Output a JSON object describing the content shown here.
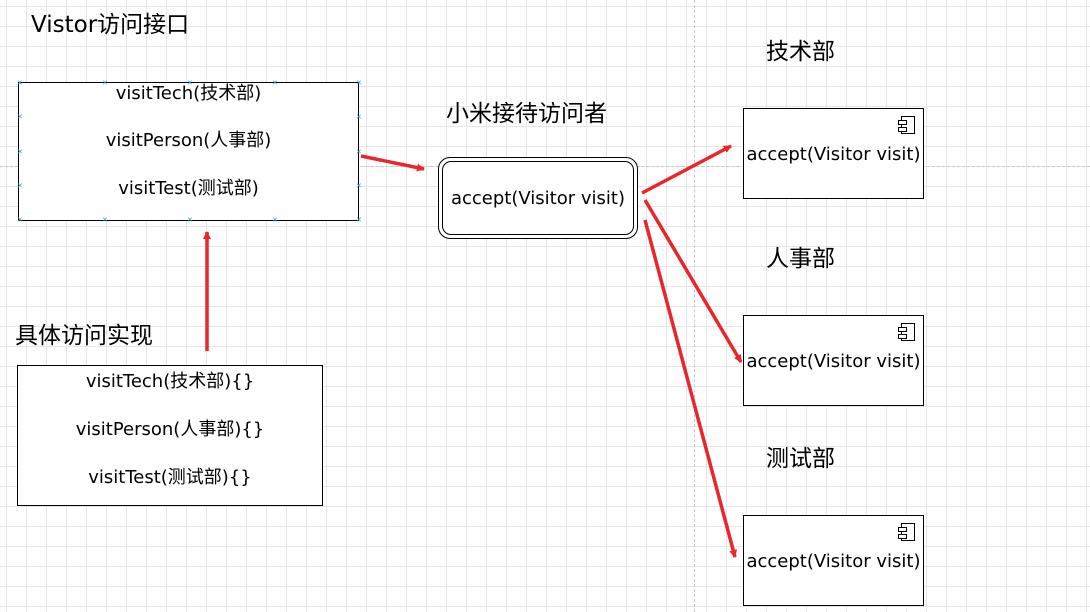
{
  "diagram": {
    "visitor_title": "Vistor访问接口",
    "visitor_methods": [
      "visitTech(技术部)",
      "visitPerson(人事部)",
      "visitTest(测试部)"
    ],
    "impl_title": "具体访问实现",
    "impl_methods": [
      "visitTech(技术部){}",
      "visitPerson(人事部){}",
      "visitTest(测试部){}"
    ],
    "xiaomi_title": "小米接待访问者",
    "xiaomi_method": "accept(Visitor visit)",
    "tech_title": "技术部",
    "tech_method": "accept(Visitor visit)",
    "hr_title": "人事部",
    "hr_method": "accept(Visitor visit)",
    "test_title": "测试部",
    "test_method": "accept(Visitor visit)"
  },
  "colors": {
    "arrow": "#e8262c",
    "grid": "#e6e6e6",
    "handle": "#29a3e0"
  },
  "icons": [
    "uml-component-icon",
    "selection-handle-icon"
  ]
}
